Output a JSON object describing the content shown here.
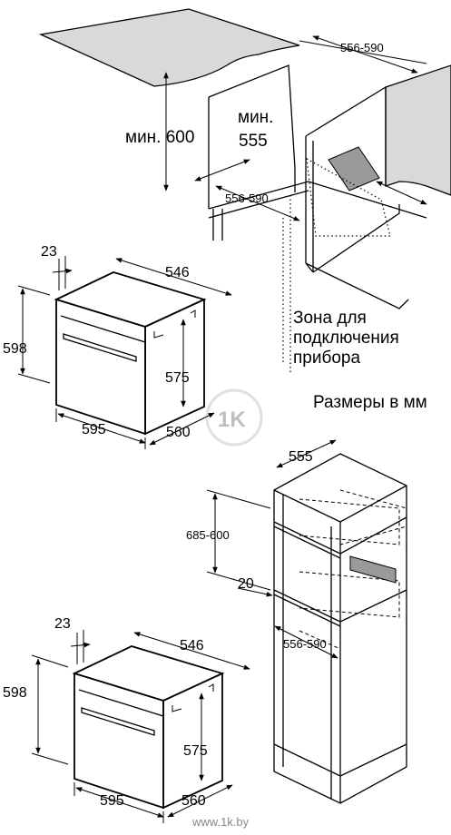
{
  "top_installation": {
    "min_height_label": "мин. 600",
    "min_depth_label": "мин.",
    "min_depth_value": "555",
    "width_range_top": "556-590",
    "width_range_bottom": "556-590"
  },
  "connection_zone": {
    "line1": "Зона для",
    "line2": "подключения",
    "line3": "прибора"
  },
  "units_note": "Размеры в мм",
  "oven_top": {
    "panel_depth": "23",
    "depth": "546",
    "height": "598",
    "niche_height": "575",
    "width": "595",
    "total_depth": "560"
  },
  "tall_cabinet": {
    "depth": "555",
    "niche_height_range": "685-600",
    "gap": "20",
    "width_range": "556-590"
  },
  "oven_bottom": {
    "panel_depth": "23",
    "depth": "546",
    "height": "598",
    "niche_height": "575",
    "width": "595",
    "total_depth": "560"
  },
  "watermark": "www.1k.by"
}
